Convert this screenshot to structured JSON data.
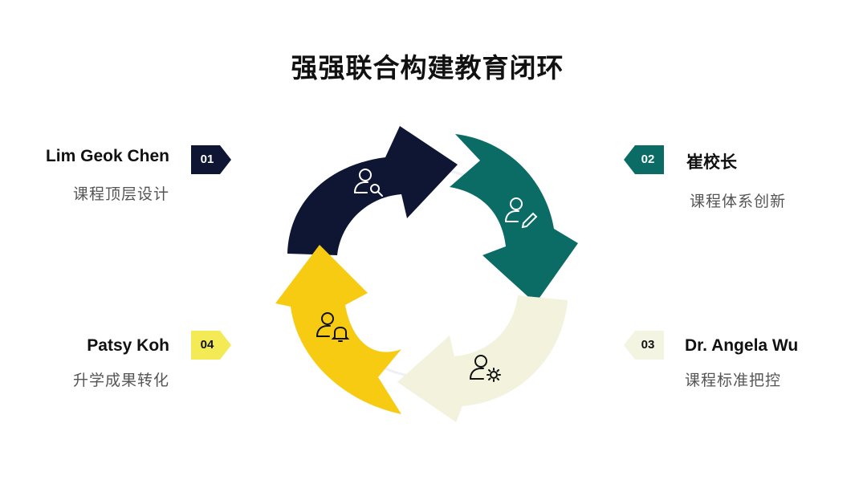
{
  "title": "强强联合构建教育闭环",
  "colors": {
    "navy": "#0e1633",
    "teal": "#0b6c66",
    "cream": "#f2f2dd",
    "yellow": "#f6cb12",
    "badge_yellow": "#f4ea55",
    "badge_cream": "#f4f4e2"
  },
  "items": [
    {
      "number": "01",
      "name": "Lim Geok Chen",
      "desc": "课程顶层设计",
      "icon": "user-search-icon"
    },
    {
      "number": "02",
      "name": "崔校长",
      "desc": "课程体系创新",
      "icon": "user-edit-icon"
    },
    {
      "number": "03",
      "name": "Dr. Angela Wu",
      "desc": "课程标准把控",
      "icon": "user-settings-icon"
    },
    {
      "number": "04",
      "name": "Patsy Koh",
      "desc": "升学成果转化",
      "icon": "user-bell-icon"
    }
  ]
}
